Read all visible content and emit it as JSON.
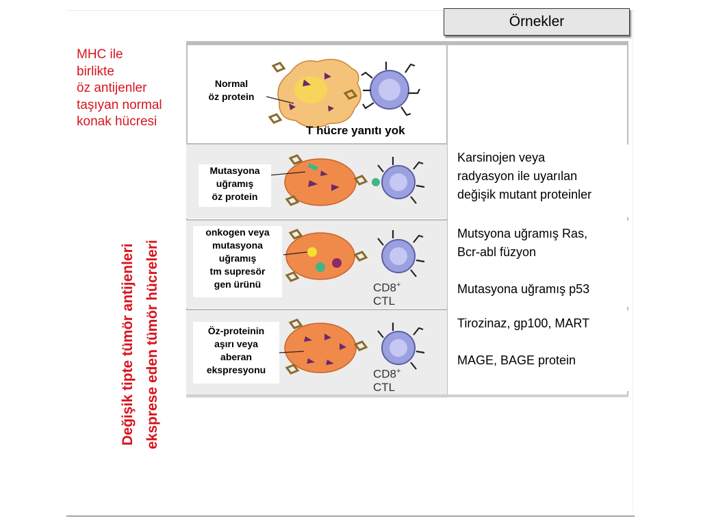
{
  "header": {
    "title": "Örnekler"
  },
  "side_note": {
    "text": "MHC ile\nbirlikte\nöz antijenler\ntaşıyan normal\nkonak hücresi"
  },
  "vertical_title": {
    "text": "Değişik tipte tümör antijenleri\neksprese eden tümör hücreleri"
  },
  "rows": [
    {
      "label": "Normal\nöz protein",
      "response": "T hücre yanıtı yok",
      "examples": ""
    },
    {
      "label": "Mutasyona\nuğramış\nöz protein",
      "examples": "Karsinojen veya\nradyasyon ile uyarılan\ndeğişik mutant proteinler"
    },
    {
      "label": "onkogen veya\nmutasyona\nuğramış\ntm supresör\ngen ürünü",
      "ctl": "CD8",
      "ctl2": "CTL",
      "examples": "Mutsyona uğramış Ras,\nBcr-abl füzyon\n\nMutasyona uğramış p53"
    },
    {
      "label": "Öz-proteinin\naşırı veya\naberan\nekspresyonu",
      "ctl": "CD8",
      "ctl2": "CTL",
      "examples": "Tirozinaz, gp100, MART\n\nMAGE, BAGE protein"
    }
  ],
  "colors": {
    "accent_red": "#d8141e",
    "tumor_cell": "#f08a4b",
    "t_cell": "#9aa0e0",
    "normal_cell": "#f5c27a"
  },
  "icons": [
    "tumor-cell-icon",
    "t-cell-icon",
    "mhc-receptor-icon",
    "antigen-icon"
  ]
}
